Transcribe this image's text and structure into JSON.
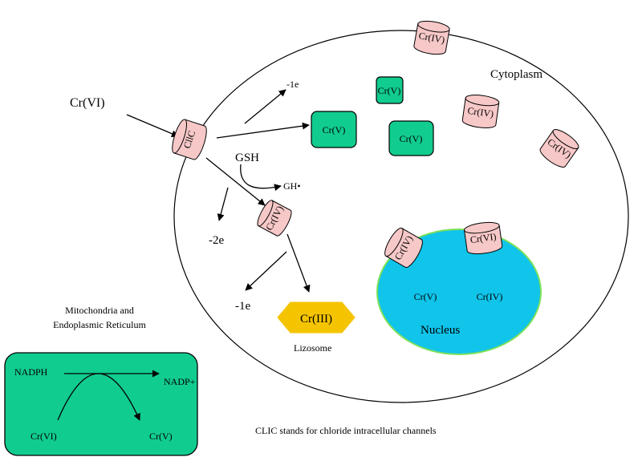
{
  "labels": {
    "cr6_in": "Cr(VI)",
    "minus1e_top": "-1e",
    "cytoplasm": "Cytoplasm",
    "gsh": "GSH",
    "gh": "GH•",
    "minus2e": "-2e",
    "minus1e_bottom": "-1e",
    "lizosome": "Lizosome",
    "nucleus": "Nucleus",
    "mito_line1": "Mitochondria and",
    "mito_line2": "Endoplasmic Reticulum",
    "nadph": "NADPH",
    "nadp": "NADP+",
    "mito_cr6": "Cr(VI)",
    "mito_cr5": "Cr(V)",
    "footnote": "CLIC stands for chloride intracellular channels"
  },
  "channel": {
    "label": "CllC"
  },
  "cr5_boxes": [
    {
      "label": "Cr(V)"
    },
    {
      "label": "Cr(V)"
    },
    {
      "label": "Cr(V)"
    }
  ],
  "cylinders": [
    {
      "label": "Cr(IV)"
    },
    {
      "label": "Cr(IV)"
    },
    {
      "label": "Cr(IV)"
    },
    {
      "label": "Cr(IV)"
    },
    {
      "label": "Cr(IV)"
    },
    {
      "label": "Cr(VI)"
    }
  ],
  "nucleus_species": [
    {
      "label": "Cr(V)"
    },
    {
      "label": "Cr(IV)"
    }
  ],
  "cr3": {
    "label": "Cr(III)"
  },
  "colors": {
    "green": "#11cc8f",
    "pink": "#f7c8c8",
    "cyan": "#10c4ea",
    "gold": "#f5c400",
    "nucleus_border": "#7ee05a"
  }
}
